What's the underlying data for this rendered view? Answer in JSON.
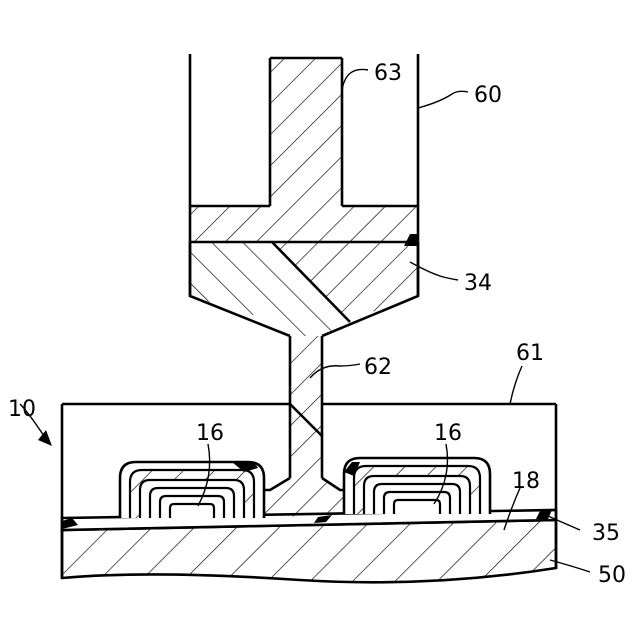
{
  "labels": {
    "l10": "10",
    "l16a": "16",
    "l16b": "16",
    "l18": "18",
    "l34": "34",
    "l35": "35",
    "l50": "50",
    "l60": "60",
    "l61": "61",
    "l62": "62",
    "l63": "63"
  },
  "colors": {
    "stroke": "#000000",
    "background": "#ffffff"
  }
}
